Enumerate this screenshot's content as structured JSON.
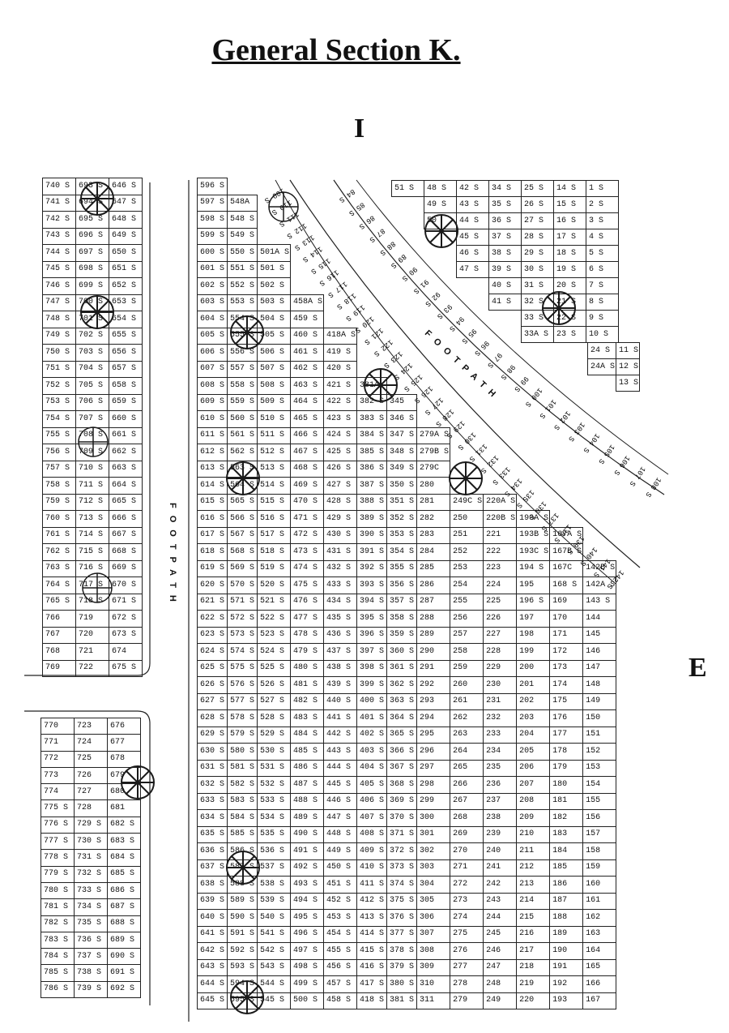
{
  "title": "General Section K.",
  "labels": {
    "north": "I",
    "east": "E"
  },
  "footpaths": {
    "vertical": "FOOTPATH",
    "curved": "FOOTPATH"
  },
  "colors": {
    "line": "#222222",
    "tree": "#1a1a1a",
    "background": "#ffffff"
  },
  "left_top_block": [
    [
      "740 S",
      "693 S",
      "646 S"
    ],
    [
      "741 S",
      "694 S",
      "647 S"
    ],
    [
      "742 S",
      "695 S",
      "648 S"
    ],
    [
      "743 S",
      "696 S",
      "649 S"
    ],
    [
      "744 S",
      "697 S",
      "650 S"
    ],
    [
      "745 S",
      "698 S",
      "651 S"
    ],
    [
      "746 S",
      "699 S",
      "652 S"
    ],
    [
      "747 S",
      "700 S",
      "653 S"
    ],
    [
      "748 S",
      "701 S",
      "654 S"
    ],
    [
      "749 S",
      "702 S",
      "655 S"
    ],
    [
      "750 S",
      "703 S",
      "656 S"
    ],
    [
      "751 S",
      "704 S",
      "657 S"
    ],
    [
      "752 S",
      "705 S",
      "658 S"
    ],
    [
      "753 S",
      "706 S",
      "659 S"
    ],
    [
      "754 S",
      "707 S",
      "660 S"
    ],
    [
      "755 S",
      "708 S",
      "661 S"
    ],
    [
      "756 S",
      "709 S",
      "662 S"
    ],
    [
      "757 S",
      "710 S",
      "663 S"
    ],
    [
      "758 S",
      "711 S",
      "664 S"
    ],
    [
      "759 S",
      "712 S",
      "665 S"
    ],
    [
      "760 S",
      "713 S",
      "666 S"
    ],
    [
      "761 S",
      "714 S",
      "667 S"
    ],
    [
      "762 S",
      "715 S",
      "668 S"
    ],
    [
      "763 S",
      "716 S",
      "669 S"
    ],
    [
      "764 S",
      "717 S",
      "670 S"
    ],
    [
      "765 S",
      "718 S",
      "671 S"
    ],
    [
      "766",
      "719",
      "672 S"
    ],
    [
      "767",
      "720",
      "673 S"
    ],
    [
      "768",
      "721",
      "674"
    ],
    [
      "769",
      "722",
      "675 S"
    ]
  ],
  "left_bottom_block": [
    [
      "770",
      "723",
      "676"
    ],
    [
      "771",
      "724",
      "677"
    ],
    [
      "772",
      "725",
      "678"
    ],
    [
      "773",
      "726",
      "679"
    ],
    [
      "774",
      "727",
      "680"
    ],
    [
      "775 S",
      "728",
      "681"
    ],
    [
      "776 S",
      "729 S",
      "682 S"
    ],
    [
      "777 S",
      "730 S",
      "683 S"
    ],
    [
      "778 S",
      "731 S",
      "684 S"
    ],
    [
      "779 S",
      "732 S",
      "685 S"
    ],
    [
      "780 S",
      "733 S",
      "686 S"
    ],
    [
      "781 S",
      "734 S",
      "687 S"
    ],
    [
      "782 S",
      "735 S",
      "688 S"
    ],
    [
      "783 S",
      "736 S",
      "689 S"
    ],
    [
      "784 S",
      "737 S",
      "690 S"
    ],
    [
      "785 S",
      "738 S",
      "691 S"
    ],
    [
      "786 S",
      "739 S",
      "692 S"
    ]
  ],
  "main_block": [
    [
      "596 S",
      "",
      "",
      "",
      "",
      "",
      "",
      "",
      "",
      "",
      "",
      "",
      "",
      ""
    ],
    [
      "597 S",
      "548A",
      "",
      "",
      "",
      "",
      "",
      "",
      "",
      "",
      "",
      "",
      "",
      ""
    ],
    [
      "598 S",
      "548 S",
      "",
      "",
      "",
      "",
      "",
      "",
      "",
      "",
      "",
      "",
      "",
      ""
    ],
    [
      "599 S",
      "549 S",
      "",
      "",
      "",
      "",
      "",
      "",
      "",
      "",
      "",
      "",
      "",
      ""
    ],
    [
      "600 S",
      "550 S",
      "501A S",
      "",
      "",
      "",
      "",
      "",
      "",
      "",
      "",
      "",
      "",
      ""
    ],
    [
      "601 S",
      "551 S",
      "501 S",
      "",
      "",
      "",
      "",
      "",
      "",
      "",
      "",
      "",
      "",
      ""
    ],
    [
      "602 S",
      "552 S",
      "502 S",
      "",
      "",
      "",
      "",
      "",
      "",
      "",
      "",
      "",
      "",
      ""
    ],
    [
      "603 S",
      "553 S",
      "503 S",
      "458A S",
      "",
      "",
      "",
      "",
      "",
      "",
      "",
      "",
      "",
      ""
    ],
    [
      "604 S",
      "554 S",
      "504 S",
      "459 S",
      "",
      "",
      "",
      "",
      "",
      "",
      "",
      "",
      "",
      ""
    ],
    [
      "605 S",
      "555 S",
      "505 S",
      "460 S",
      "418A S",
      "",
      "",
      "",
      "",
      "",
      "",
      "",
      "",
      ""
    ],
    [
      "606 S",
      "556 S",
      "506 S",
      "461 S",
      "419 S",
      "",
      "",
      "",
      "",
      "",
      "",
      "",
      "",
      ""
    ],
    [
      "607 S",
      "557 S",
      "507 S",
      "462 S",
      "420 S",
      "",
      "",
      "",
      "",
      "",
      "",
      "",
      "",
      ""
    ],
    [
      "608 S",
      "558 S",
      "508 S",
      "463 S",
      "421 S",
      "381A",
      "",
      "",
      "",
      "",
      "",
      "",
      "",
      ""
    ],
    [
      "609 S",
      "559 S",
      "509 S",
      "464 S",
      "422 S",
      "382 S",
      "345",
      "",
      "",
      "",
      "",
      "",
      "",
      ""
    ],
    [
      "610 S",
      "560 S",
      "510 S",
      "465 S",
      "423 S",
      "383 S",
      "346 S",
      "",
      "",
      "",
      "",
      "",
      "",
      ""
    ],
    [
      "611 S",
      "561 S",
      "511 S",
      "466 S",
      "424 S",
      "384 S",
      "347 S",
      "279A S",
      "",
      "",
      "",
      "",
      "",
      ""
    ],
    [
      "612 S",
      "562 S",
      "512 S",
      "467 S",
      "425 S",
      "385 S",
      "348 S",
      "279B S",
      "",
      "",
      "",
      "",
      "",
      ""
    ],
    [
      "613 S",
      "563 S",
      "513 S",
      "468 S",
      "426 S",
      "386 S",
      "349 S",
      "279C",
      "",
      "",
      "",
      "",
      "",
      ""
    ],
    [
      "614 S",
      "564 S",
      "514 S",
      "469 S",
      "427 S",
      "387 S",
      "350 S",
      "280",
      "",
      "",
      "",
      "",
      "",
      ""
    ],
    [
      "615 S",
      "565 S",
      "515 S",
      "470 S",
      "428 S",
      "388 S",
      "351 S",
      "281",
      "249C S",
      "220A S",
      "",
      "",
      "",
      ""
    ],
    [
      "616 S",
      "566 S",
      "516 S",
      "471 S",
      "429 S",
      "389 S",
      "352 S",
      "282",
      "250",
      "220B S",
      "193A S",
      "",
      "",
      ""
    ],
    [
      "617 S",
      "567 S",
      "517 S",
      "472 S",
      "430 S",
      "390 S",
      "353 S",
      "283",
      "251",
      "221",
      "193B S",
      "167A S",
      "",
      ""
    ],
    [
      "618 S",
      "568 S",
      "518 S",
      "473 S",
      "431 S",
      "391 S",
      "354 S",
      "284",
      "252",
      "222",
      "193C S",
      "167B S",
      "",
      ""
    ],
    [
      "619 S",
      "569 S",
      "519 S",
      "474 S",
      "432 S",
      "392 S",
      "355 S",
      "285",
      "253",
      "223",
      "194 S",
      "167C",
      "142B S",
      ""
    ],
    [
      "620 S",
      "570 S",
      "520 S",
      "475 S",
      "433 S",
      "393 S",
      "356 S",
      "286",
      "254",
      "224",
      "195",
      "168 S",
      "142A S",
      ""
    ],
    [
      "621 S",
      "571 S",
      "521 S",
      "476 S",
      "434 S",
      "394 S",
      "357 S",
      "287",
      "255",
      "225",
      "196 S",
      "169",
      "143 S",
      ""
    ],
    [
      "622 S",
      "572 S",
      "522 S",
      "477 S",
      "435 S",
      "395 S",
      "358 S",
      "288",
      "256",
      "226",
      "197",
      "170",
      "144",
      ""
    ],
    [
      "623 S",
      "573 S",
      "523 S",
      "478 S",
      "436 S",
      "396 S",
      "359 S",
      "289",
      "257",
      "227",
      "198",
      "171",
      "145",
      ""
    ],
    [
      "624 S",
      "574 S",
      "524 S",
      "479 S",
      "437 S",
      "397 S",
      "360 S",
      "290",
      "258",
      "228",
      "199",
      "172",
      "146",
      ""
    ],
    [
      "625 S",
      "575 S",
      "525 S",
      "480 S",
      "438 S",
      "398 S",
      "361 S",
      "291",
      "259",
      "229",
      "200",
      "173",
      "147",
      ""
    ],
    [
      "626 S",
      "576 S",
      "526 S",
      "481 S",
      "439 S",
      "399 S",
      "362 S",
      "292",
      "260",
      "230",
      "201",
      "174",
      "148",
      ""
    ],
    [
      "627 S",
      "577 S",
      "527 S",
      "482 S",
      "440 S",
      "400 S",
      "363 S",
      "293",
      "261",
      "231",
      "202",
      "175",
      "149",
      ""
    ],
    [
      "628 S",
      "578 S",
      "528 S",
      "483 S",
      "441 S",
      "401 S",
      "364 S",
      "294",
      "262",
      "232",
      "203",
      "176",
      "150",
      ""
    ],
    [
      "629 S",
      "579 S",
      "529 S",
      "484 S",
      "442 S",
      "402 S",
      "365 S",
      "295",
      "263",
      "233",
      "204",
      "177",
      "151",
      ""
    ],
    [
      "630 S",
      "580 S",
      "530 S",
      "485 S",
      "443 S",
      "403 S",
      "366 S",
      "296",
      "264",
      "234",
      "205",
      "178",
      "152",
      ""
    ],
    [
      "631 S",
      "581 S",
      "531 S",
      "486 S",
      "444 S",
      "404 S",
      "367 S",
      "297",
      "265",
      "235",
      "206",
      "179",
      "153",
      ""
    ],
    [
      "632 S",
      "582 S",
      "532 S",
      "487 S",
      "445 S",
      "405 S",
      "368 S",
      "298",
      "266",
      "236",
      "207",
      "180",
      "154",
      ""
    ],
    [
      "633 S",
      "583 S",
      "533 S",
      "488 S",
      "446 S",
      "406 S",
      "369 S",
      "299",
      "267",
      "237",
      "208",
      "181",
      "155",
      ""
    ],
    [
      "634 S",
      "584 S",
      "534 S",
      "489 S",
      "447 S",
      "407 S",
      "370 S",
      "300",
      "268",
      "238",
      "209",
      "182",
      "156",
      ""
    ],
    [
      "635 S",
      "585 S",
      "535 S",
      "490 S",
      "448 S",
      "408 S",
      "371 S",
      "301",
      "269",
      "239",
      "210",
      "183",
      "157",
      ""
    ],
    [
      "636 S",
      "586 S",
      "536 S",
      "491 S",
      "449 S",
      "409 S",
      "372 S",
      "302",
      "270",
      "240",
      "211",
      "184",
      "158",
      ""
    ],
    [
      "637 S",
      "587 S",
      "537 S",
      "492 S",
      "450 S",
      "410 S",
      "373 S",
      "303",
      "271",
      "241",
      "212",
      "185",
      "159",
      ""
    ],
    [
      "638 S",
      "588 S",
      "538 S",
      "493 S",
      "451 S",
      "411 S",
      "374 S",
      "304",
      "272",
      "242",
      "213",
      "186",
      "160",
      ""
    ],
    [
      "639 S",
      "589 S",
      "539 S",
      "494 S",
      "452 S",
      "412 S",
      "375 S",
      "305",
      "273",
      "243",
      "214",
      "187",
      "161",
      ""
    ],
    [
      "640 S",
      "590 S",
      "540 S",
      "495 S",
      "453 S",
      "413 S",
      "376 S",
      "306",
      "274",
      "244",
      "215",
      "188",
      "162",
      ""
    ],
    [
      "641 S",
      "591 S",
      "541 S",
      "496 S",
      "454 S",
      "414 S",
      "377 S",
      "307",
      "275",
      "245",
      "216",
      "189",
      "163",
      ""
    ],
    [
      "642 S",
      "592 S",
      "542 S",
      "497 S",
      "455 S",
      "415 S",
      "378 S",
      "308",
      "276",
      "246",
      "217",
      "190",
      "164",
      ""
    ],
    [
      "643 S",
      "593 S",
      "543 S",
      "498 S",
      "456 S",
      "416 S",
      "379 S",
      "309",
      "277",
      "247",
      "218",
      "191",
      "165",
      ""
    ],
    [
      "644 S",
      "594 S",
      "544 S",
      "499 S",
      "457 S",
      "417 S",
      "380 S",
      "310",
      "278",
      "248",
      "219",
      "192",
      "166",
      ""
    ],
    [
      "645 S",
      "595 S",
      "545 S",
      "500 S",
      "458 S",
      "418 S",
      "381 S",
      "311",
      "279",
      "249",
      "220",
      "193",
      "167",
      ""
    ]
  ],
  "top_right_block": [
    [
      "51 S",
      "48 S",
      "42 S",
      "34 S",
      "25 S",
      "14 S",
      "1 S"
    ],
    [
      "",
      "49 S",
      "43 S",
      "35 S",
      "26 S",
      "15 S",
      "2 S"
    ],
    [
      "",
      "50",
      "44 S",
      "36 S",
      "27 S",
      "16 S",
      "3 S"
    ],
    [
      "",
      "",
      "45 S",
      "37 S",
      "28 S",
      "17 S",
      "4 S"
    ],
    [
      "",
      "",
      "46 S",
      "38 S",
      "29 S",
      "18 S",
      "5 S"
    ],
    [
      "",
      "",
      "47 S",
      "39 S",
      "30 S",
      "19 S",
      "6 S"
    ],
    [
      "",
      "",
      "",
      "40 S",
      "31 S",
      "20 S",
      "7 S"
    ],
    [
      "",
      "",
      "",
      "41 S",
      "32 S",
      "21 S",
      "8 S"
    ],
    [
      "",
      "",
      "",
      "",
      "33 S",
      "22 S",
      "9 S"
    ],
    [
      "",
      "",
      "",
      "",
      "33A S",
      "23 S",
      "10 S"
    ]
  ],
  "right_small_block": [
    [
      "24 S",
      "11 S"
    ],
    [
      "24A S",
      "12 S"
    ],
    [
      "",
      "13 S"
    ]
  ],
  "arc_inner_lots": [
    "109 S",
    "110 S",
    "111 S",
    "112 S",
    "113 S",
    "114 S",
    "115 S",
    "116 S",
    "117 S",
    "118 S",
    "119 S",
    "120 S",
    "121 S",
    "122 S",
    "123 S",
    "124 S",
    "125 S",
    "126 S",
    "127 S",
    "128 S",
    "129 S",
    "130 S",
    "131 S",
    "132 S",
    "133 S",
    "134 S",
    "135 S",
    "136 S",
    "137 S",
    "138 S",
    "139 S",
    "140 S",
    "141 S",
    "142 S"
  ],
  "arc_outer_lots": [
    "84 S",
    "85 S",
    "86 S",
    "87 S",
    "88 S",
    "89 S",
    "90 S",
    "91 S",
    "92 S",
    "93 S",
    "94 S",
    "95 S",
    "96 S",
    "97 S",
    "98 S",
    "99 S",
    "100 S",
    "101 S",
    "102 S",
    "103 S",
    "104 S",
    "105 S",
    "106 S",
    "107 S",
    "108 S"
  ]
}
